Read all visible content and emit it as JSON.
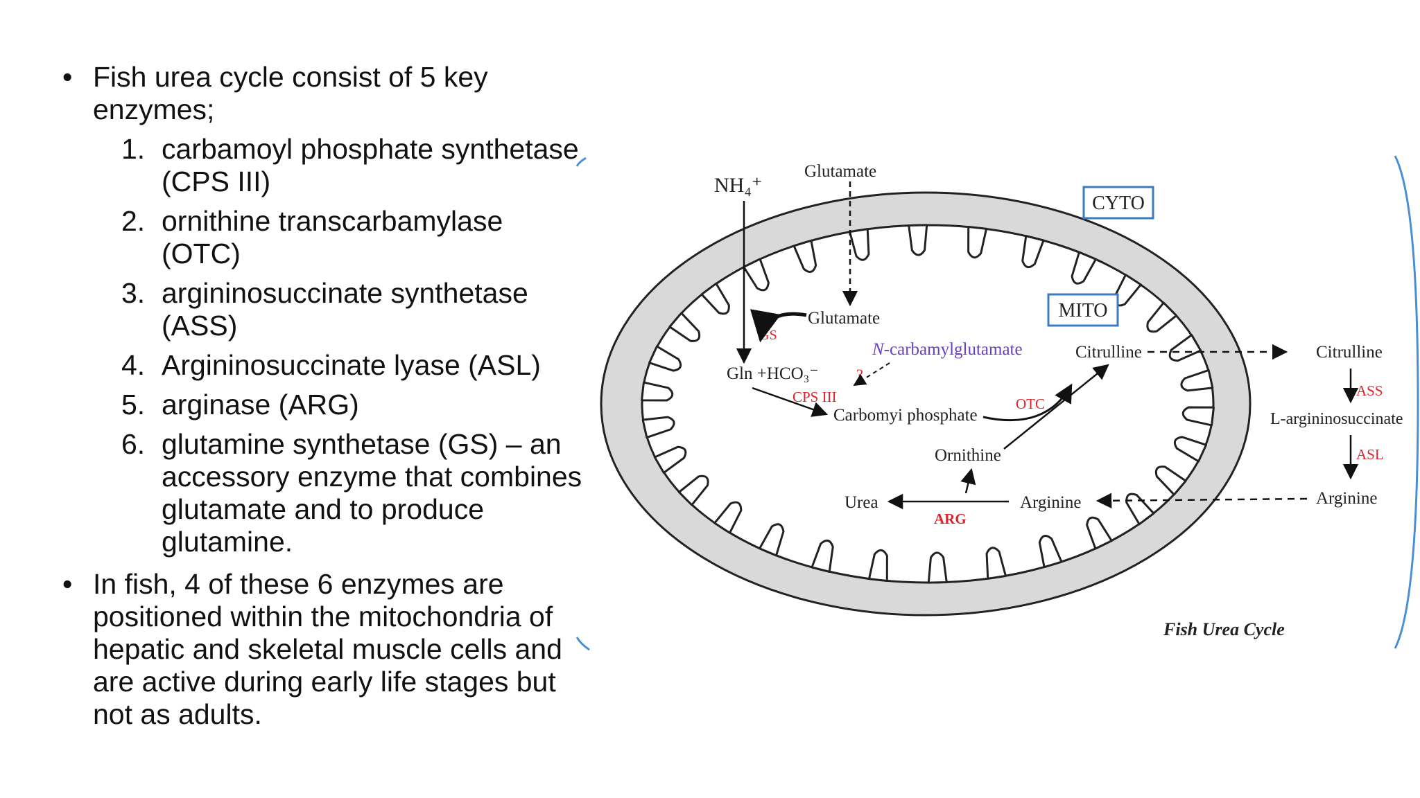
{
  "slide": {
    "bullet_symbol": "•",
    "bullet1": "Fish urea cycle consist of 5 key enzymes;",
    "enzymes": [
      {
        "num": "1.",
        "text": "carbamoyl phosphate synthetase (CPS III)"
      },
      {
        "num": "2.",
        "text": "ornithine transcarbamylase (OTC)"
      },
      {
        "num": "3.",
        "text": "argininosuccinate synthetase (ASS)"
      },
      {
        "num": "4.",
        "text": "Argininosuccinate lyase (ASL)"
      },
      {
        "num": "5.",
        "text": "arginase (ARG)"
      },
      {
        "num": "6.",
        "text": "glutamine synthetase (GS) – an accessory enzyme that combines glutamate and  to produce glutamine."
      }
    ],
    "bullet2": "In fish, 4 of these 6 enzymes are positioned within the mitochondria of hepatic and skeletal muscle cells and are active during early life stages but not as adults."
  },
  "diagram": {
    "nh4": "NH₄⁺",
    "glutamate_top": "Glutamate",
    "cyto": "CYTO",
    "mito": "MITO",
    "glutamate_inner": "Glutamate",
    "gs": "GS",
    "n_prefix": "N",
    "n_rest": "-carbamylglutamate",
    "gln": "Gln +HCO₃⁻",
    "question": "?",
    "cps": "CPS III",
    "carbamoyl": "Carbomyi phosphate",
    "otc": "OTC",
    "citrulline_in": "Citrulline",
    "citrulline_out": "Citrulline",
    "ass": "ASS",
    "l_arg": "L-argininosuccinate",
    "asl": "ASL",
    "arginine_out": "Arginine",
    "arginine_in": "Arginine",
    "ornithine": "Ornithine",
    "urea": "Urea",
    "arg": "ARG",
    "caption": "Fish Urea Cycle",
    "colors": {
      "enzyme": "#e0232a",
      "purple": "#6a3fbf",
      "box": "#3b7bbf",
      "bracket": "#4a8fd6",
      "membrane_fill": "#d9d9d9"
    }
  }
}
